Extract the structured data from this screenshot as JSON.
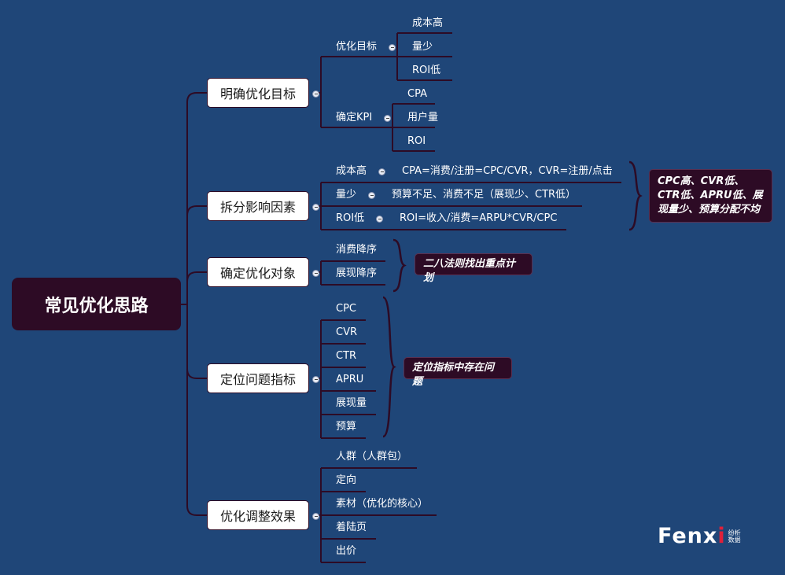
{
  "root": "常见优化思路",
  "branches": [
    {
      "label": "明确优化目标"
    },
    {
      "label": "拆分影响因素"
    },
    {
      "label": "确定优化对象"
    },
    {
      "label": "定位问题指标"
    },
    {
      "label": "优化调整效果"
    }
  ],
  "b1": {
    "goal": "优化目标",
    "goal_children": [
      "成本高",
      "量少",
      "ROI低"
    ],
    "kpi": "确定KPI",
    "kpi_children": [
      "CPA",
      "用户量",
      "ROI"
    ]
  },
  "b2": {
    "items": [
      {
        "label": "成本高",
        "detail": "CPA=消费/注册=CPC/CVR，CVR=注册/点击"
      },
      {
        "label": "量少",
        "detail": "预算不足、消费不足（展现少、CTR低）"
      },
      {
        "label": "ROI低",
        "detail": "ROI=收入/消费=ARPU*CVR/CPC"
      }
    ],
    "note": "CPC高、CVR低、CTR低、APRU低、展现量少、预算分配不均"
  },
  "b3": {
    "items": [
      "消费降序",
      "展现降序"
    ],
    "note": "二八法则找出重点计划"
  },
  "b4": {
    "items": [
      "CPC",
      "CVR",
      "CTR",
      "APRU",
      "展现量",
      "预算"
    ],
    "note": "定位指标中存在问题"
  },
  "b5": {
    "items": [
      "人群（人群包）",
      "定向",
      "素材（优化的核心）",
      "着陆页",
      "出价"
    ]
  },
  "logo": {
    "main": "Fenx",
    "accent": "i",
    "sub1": "纷析",
    "sub2": "数据"
  },
  "colors": {
    "background": "#1f4678",
    "node": "#2d0b25",
    "line": "#2d0b25"
  }
}
